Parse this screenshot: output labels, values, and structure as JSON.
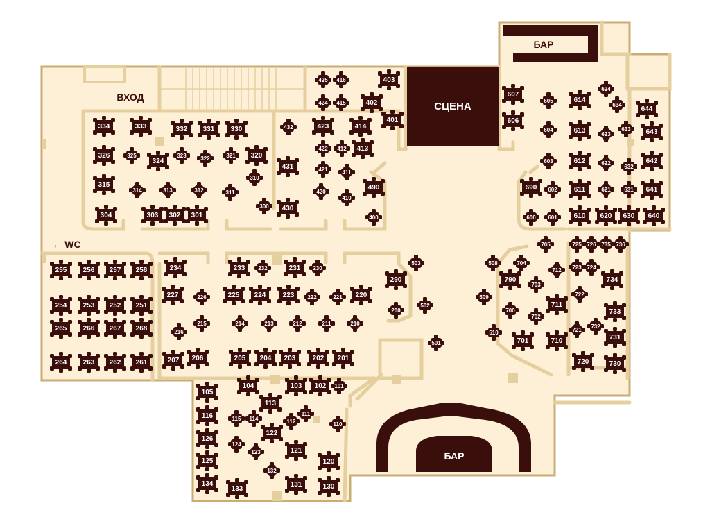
{
  "labels": {
    "entrance": "ВХОД",
    "wc": "← WC",
    "stage": "СЦЕНА",
    "bar_top": "БАР",
    "bar_bottom": "БАР"
  },
  "colors": {
    "floor": "#fdf0d6",
    "wall": "#e6cf9e",
    "wall_stroke": "#c9ad74",
    "table": "#3a0e0a",
    "table_text": "#ffffff",
    "stage": "#3a0e0a"
  },
  "tables": [
    "334",
    "333",
    "332",
    "331",
    "330",
    "326",
    "325",
    "324",
    "323",
    "322",
    "321",
    "320",
    "315",
    "314",
    "313",
    "312",
    "311",
    "310",
    "304",
    "303",
    "302",
    "301",
    "300",
    "425",
    "416",
    "424",
    "415",
    "403",
    "402",
    "401",
    "432",
    "423",
    "414",
    "422",
    "412",
    "413",
    "421",
    "411",
    "431",
    "420",
    "410",
    "430",
    "490",
    "400",
    "607",
    "605",
    "614",
    "624",
    "634",
    "644",
    "606",
    "604",
    "613",
    "623",
    "633",
    "643",
    "603",
    "612",
    "622",
    "632",
    "642",
    "690",
    "602",
    "611",
    "621",
    "631",
    "641",
    "600",
    "601",
    "610",
    "620",
    "630",
    "640",
    "705",
    "725",
    "726",
    "735",
    "736",
    "508",
    "704",
    "712",
    "723",
    "724",
    "734",
    "790",
    "703",
    "722",
    "509",
    "700",
    "711",
    "733",
    "702",
    "732",
    "721",
    "731",
    "510",
    "701",
    "710",
    "720",
    "730",
    "255",
    "256",
    "257",
    "258",
    "254",
    "253",
    "252",
    "251",
    "265",
    "266",
    "267",
    "268",
    "264",
    "263",
    "262",
    "261",
    "234",
    "233",
    "232",
    "231",
    "230",
    "227",
    "226",
    "225",
    "224",
    "223",
    "222",
    "221",
    "220",
    "215",
    "214",
    "213",
    "212",
    "211",
    "210",
    "216",
    "207",
    "206",
    "205",
    "204",
    "203",
    "202",
    "201",
    "503",
    "290",
    "502",
    "200",
    "501",
    "105",
    "104",
    "103",
    "102",
    "101",
    "113",
    "116",
    "115",
    "114",
    "112",
    "111",
    "110",
    "126",
    "124",
    "122",
    "121",
    "123",
    "125",
    "120",
    "132",
    "134",
    "133",
    "131",
    "130"
  ]
}
